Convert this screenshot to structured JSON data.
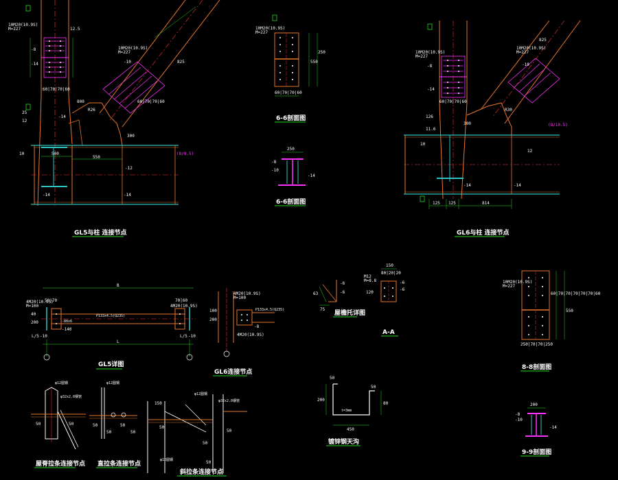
{
  "colors": {
    "background": "#000000",
    "steel": "#e8772b",
    "flange": "#2ec4c4",
    "dim": "#22dd22",
    "bolt": "#ff33ff",
    "axis": "#ff3333",
    "text": "#ffffff",
    "underline": "#22dd22"
  },
  "titles": {
    "d1": "GL5与柱 连接节点",
    "d2": "GL6与柱 连接节点",
    "s1": "6-6剖面图",
    "s2": "6-6剖面图",
    "s3": "8-8剖面图",
    "s4": "9-9剖面图",
    "gl5": "GL5详图",
    "gl6": "GL6连接节点",
    "roof": "屋檐托详图",
    "aa": "A-A",
    "gutter": "镀锌钢天沟",
    "ridge": "屋脊拉条连接节点",
    "straight": "直拉条连接节点",
    "brace": "斜拉条连接节点"
  },
  "d1": {
    "callout_col": "10M20(10.9S)",
    "callout_col2": "M=227",
    "callout_brace": "10M20(10.9S)",
    "callout_brace2": "M=227",
    "t_col": "-8",
    "t_col2": "-14",
    "t_web": "-10",
    "t_plate": "-14",
    "t_plate2": "-12",
    "t_b1": "-14",
    "t_b2": "-14",
    "gap": "10",
    "g12": "12",
    "width": "550",
    "span": "500",
    "w300": "300",
    "w800": "800",
    "dist": "825",
    "el": "(8/8.5)",
    "bolt_row": "60|70|70|60",
    "bolt_row_v": "60|70|70|60",
    "plate_w": "12.5",
    "col_w": "25",
    "r": "R26"
  },
  "d2": {
    "callout_col": "10M20(10.9S)",
    "callout_col2": "M=227",
    "callout_brace": "10M20(10.9S)",
    "callout_brace2": "M=227",
    "t_col": "-8",
    "t_col2": "-14",
    "t_web": "-10",
    "t_b1": "-14",
    "t_b2": "-14",
    "g12": "12",
    "dim125a": "125",
    "dim125b": "125",
    "dim814": "814",
    "w300": "300",
    "r": "R30",
    "gap": "10",
    "el": "(8/10.5)",
    "bolt_row": "60|70|70|60",
    "w126": "126",
    "w116": "11.6",
    "dist": "825"
  },
  "s1": {
    "callout": "10M20(10.9S)",
    "callout2": "M=227",
    "bottom": "60|70|70|60",
    "height": "550",
    "h2": "250"
  },
  "s2": {
    "top": "250",
    "t1": "-8",
    "t2": "-10",
    "t3": "-14"
  },
  "s3": {
    "callout": "10M20(10.9S)",
    "callout2": "M=227",
    "bottom": "250|70|70|250",
    "side": "60|70|70|70|70|70|60",
    "height": "550"
  },
  "s4": {
    "top": "200",
    "t1": "-8",
    "t2": "-10",
    "t3": "-14"
  },
  "gl5": {
    "length": "B",
    "inner": "L",
    "pipe": "P133x4.5(Q235)",
    "left_call": "4M20(10.9S)",
    "left_call2": "M=100",
    "right_call": "4M20(10.9S)",
    "l_dim": "50|70",
    "r_dim": "70|60",
    "h_dim": "200",
    "side_dim": "40",
    "h_left": "-140",
    "l_axis": "L/5",
    "r_axis": "L/5",
    "foot_l": "-10",
    "foot_r": "-10",
    "bar": "-80x6"
  },
  "gl6": {
    "callout": "4M20(10.9S)",
    "callout2": "M=100",
    "pipe": "P133x4.5(Q235)",
    "dim1": "100",
    "dim2": "200",
    "t": "-8",
    "bot": "4M20(10.9S)"
  },
  "roof": {
    "t1": "-6",
    "t2": "-6",
    "d1": "75",
    "d2": "63"
  },
  "aa": {
    "top": "150",
    "mid": "80|20|20",
    "left1": "M12",
    "left2": "M=8.8",
    "side": "120",
    "t": "-6",
    "t2": "-6"
  },
  "gutter": {
    "w": "450",
    "h": "200",
    "lip": "50",
    "lip2": "50",
    "d": "80",
    "th": "t=3mm"
  },
  "ridge": {
    "tube": "φ12圆钢",
    "pipe": "φ32x2.0钢管",
    "n1": "50",
    "n2": "50"
  },
  "straight": {
    "tube": "φ12圆钢",
    "n1": "50",
    "n2": "50",
    "n3": "50",
    "n4": "50"
  },
  "brace": {
    "n1": "150",
    "n2": "50",
    "n3": "50",
    "n4": "50",
    "n5": "50",
    "tube": "φ12圆钢",
    "pipe": "φ32x2.0钢管",
    "tube2": "φ12圆钢"
  }
}
